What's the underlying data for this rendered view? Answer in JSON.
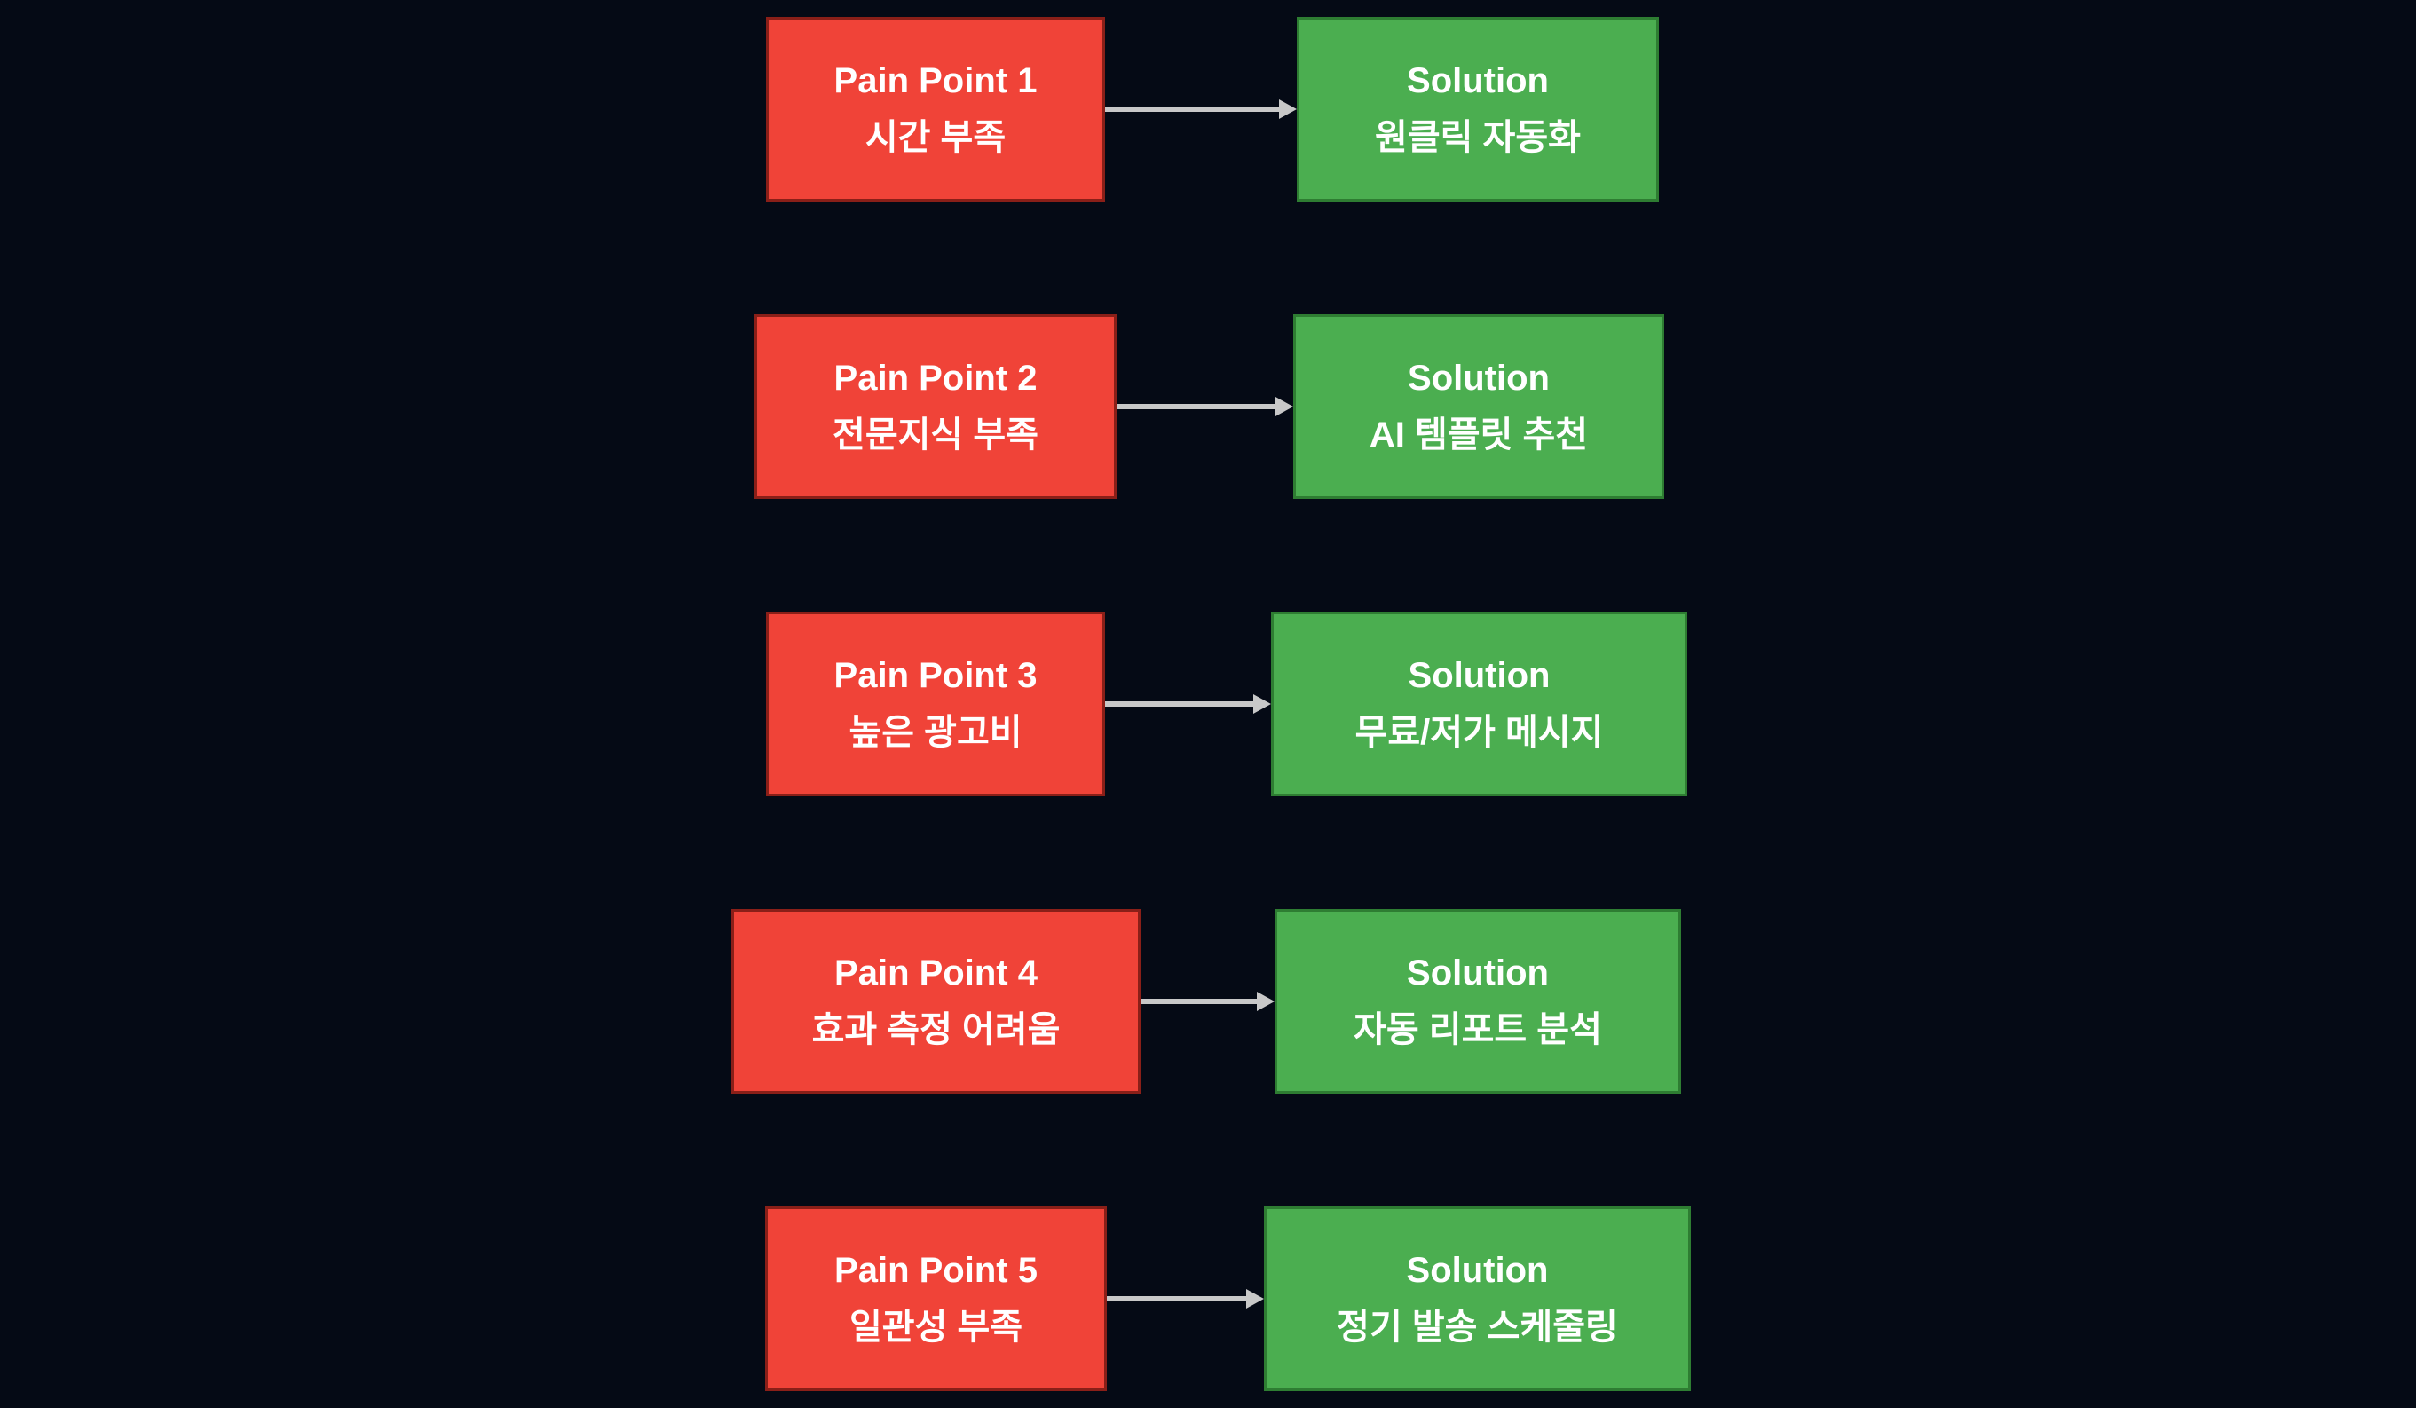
{
  "colors": {
    "background": "#050a15",
    "pain_fill": "#f04338",
    "pain_border": "#8a1f18",
    "solution_fill": "#4bae50",
    "solution_border": "#2e7d32",
    "arrow": "#c8c8c8",
    "text": "#ffffff"
  },
  "rows": [
    {
      "pain_title": "Pain Point 1",
      "pain_text": "시간 부족",
      "solution_title": "Solution",
      "solution_text": "원클릭 자동화"
    },
    {
      "pain_title": "Pain Point 2",
      "pain_text": "전문지식 부족",
      "solution_title": "Solution",
      "solution_text": "AI 템플릿 추천"
    },
    {
      "pain_title": "Pain Point 3",
      "pain_text": "높은 광고비",
      "solution_title": "Solution",
      "solution_text": "무료/저가 메시지"
    },
    {
      "pain_title": "Pain Point 4",
      "pain_text": "효과 측정 어려움",
      "solution_title": "Solution",
      "solution_text": "자동 리포트 분석"
    },
    {
      "pain_title": "Pain Point 5",
      "pain_text": "일관성 부족",
      "solution_title": "Solution",
      "solution_text": "정기 발송 스케줄링"
    }
  ]
}
